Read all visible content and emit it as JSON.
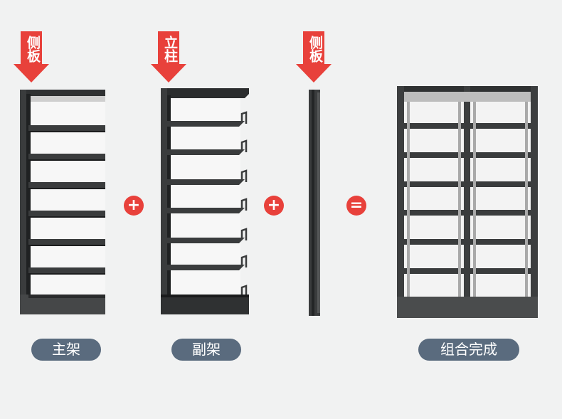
{
  "arrows": [
    {
      "label": "侧板"
    },
    {
      "label": "立柱"
    },
    {
      "label": "侧板"
    }
  ],
  "operators": {
    "plus1": "+",
    "plus2": "+",
    "equals": "="
  },
  "captions": {
    "main_frame": "主架",
    "sub_frame": "副架",
    "assembled": "组合完成"
  },
  "colors": {
    "arrow_red": "#e8413b",
    "pill_bg": "#5a6b7e",
    "shelf_metal": "#3a3c3d",
    "background": "#f1f2f2"
  }
}
